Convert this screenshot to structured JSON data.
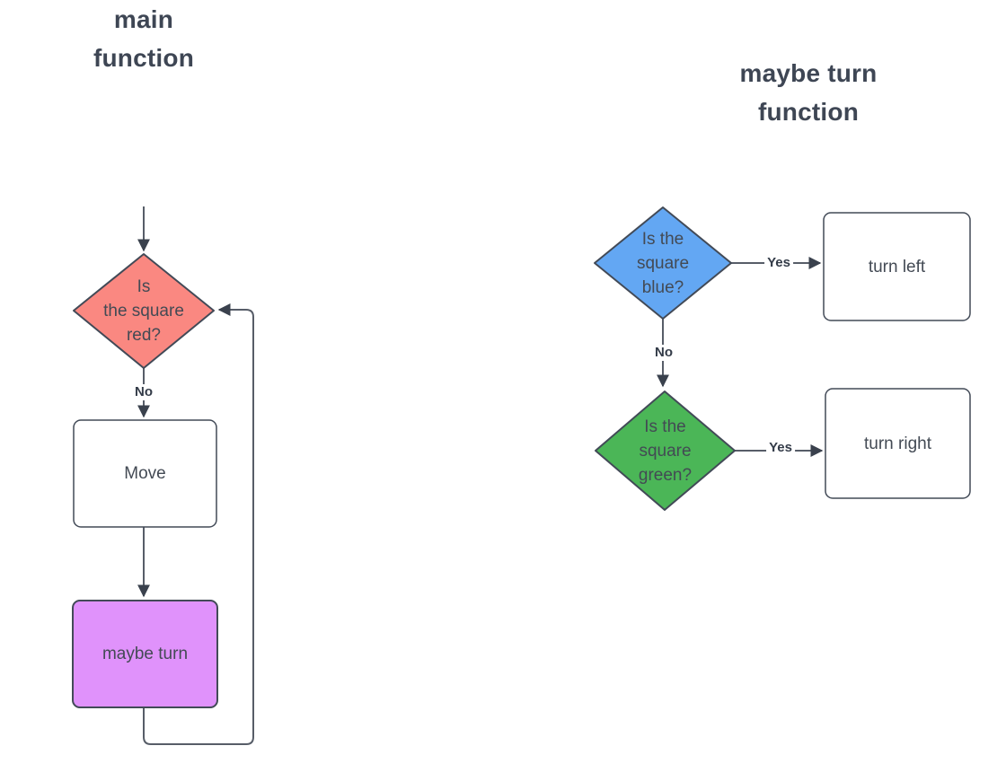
{
  "diagram": {
    "background": "#ffffff",
    "shape_stroke_color": "#424a57",
    "connector_color": "#575d68",
    "arrow_color": "#3a414d",
    "text_color": "#434a54",
    "title_color": "#3e4654",
    "flowcharts": [
      {
        "title": "main\nfunction",
        "nodes": [
          {
            "id": "is-square-red",
            "shape": "decision",
            "label": "Is\nthe square\nred?",
            "fill": "#fa8881"
          },
          {
            "id": "move",
            "shape": "process",
            "label": "Move",
            "fill": "#ffffff"
          },
          {
            "id": "maybe-turn",
            "shape": "process",
            "label": "maybe turn",
            "fill": "#e092fb"
          }
        ],
        "edge_labels": [
          "No"
        ],
        "edges": [
          "start -> is-square-red",
          "is-square-red -No-> move",
          "move -> maybe-turn",
          "maybe-turn -> is-square-red (loop back)"
        ]
      },
      {
        "title": "maybe turn\nfunction",
        "nodes": [
          {
            "id": "is-square-blue",
            "shape": "decision",
            "label": "Is the\nsquare\nblue?",
            "fill": "#63a7f3"
          },
          {
            "id": "turn-left",
            "shape": "process",
            "label": "turn left",
            "fill": "#ffffff"
          },
          {
            "id": "is-square-green",
            "shape": "decision",
            "label": "Is the\nsquare\ngreen?",
            "fill": "#4bb657"
          },
          {
            "id": "turn-right",
            "shape": "process",
            "label": "turn right",
            "fill": "#ffffff"
          }
        ],
        "edge_labels": [
          "Yes",
          "No",
          "Yes"
        ],
        "edges": [
          "is-square-blue -Yes-> turn-left",
          "is-square-blue -No-> is-square-green",
          "is-square-green -Yes-> turn-right"
        ]
      }
    ]
  }
}
